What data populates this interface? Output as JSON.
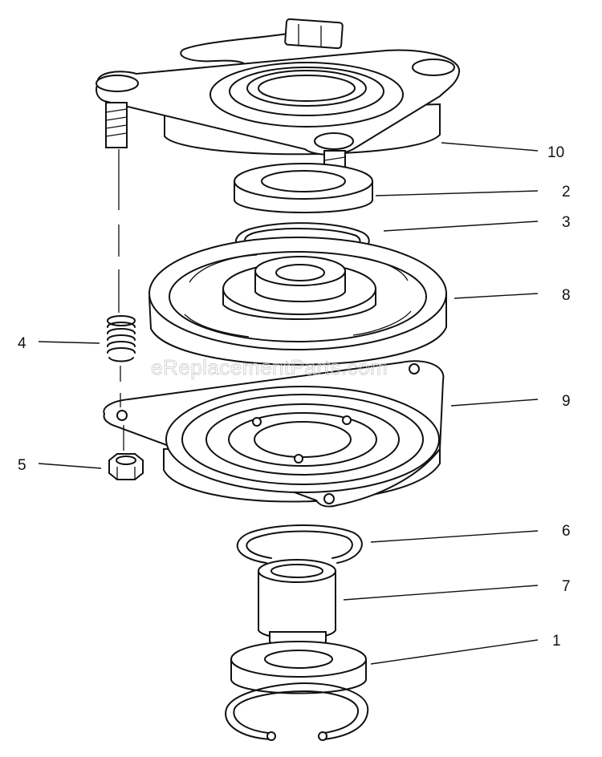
{
  "watermark": "eReplacementParts.com",
  "callouts": [
    {
      "id": "c10",
      "label": "10",
      "part": "field-assembly"
    },
    {
      "id": "c2",
      "label": "2",
      "part": "upper-bearing"
    },
    {
      "id": "c3",
      "label": "3",
      "part": "upper-retaining-ring"
    },
    {
      "id": "c8",
      "label": "8",
      "part": "rotor-pulley"
    },
    {
      "id": "c4",
      "label": "4",
      "part": "compression-spring"
    },
    {
      "id": "c9",
      "label": "9",
      "part": "armature-brake-plate"
    },
    {
      "id": "c5",
      "label": "5",
      "part": "hex-lock-nut"
    },
    {
      "id": "c6",
      "label": "6",
      "part": "lower-retaining-ring"
    },
    {
      "id": "c7",
      "label": "7",
      "part": "spacer-hub"
    },
    {
      "id": "c1",
      "label": "1",
      "part": "lower-bearing"
    }
  ]
}
